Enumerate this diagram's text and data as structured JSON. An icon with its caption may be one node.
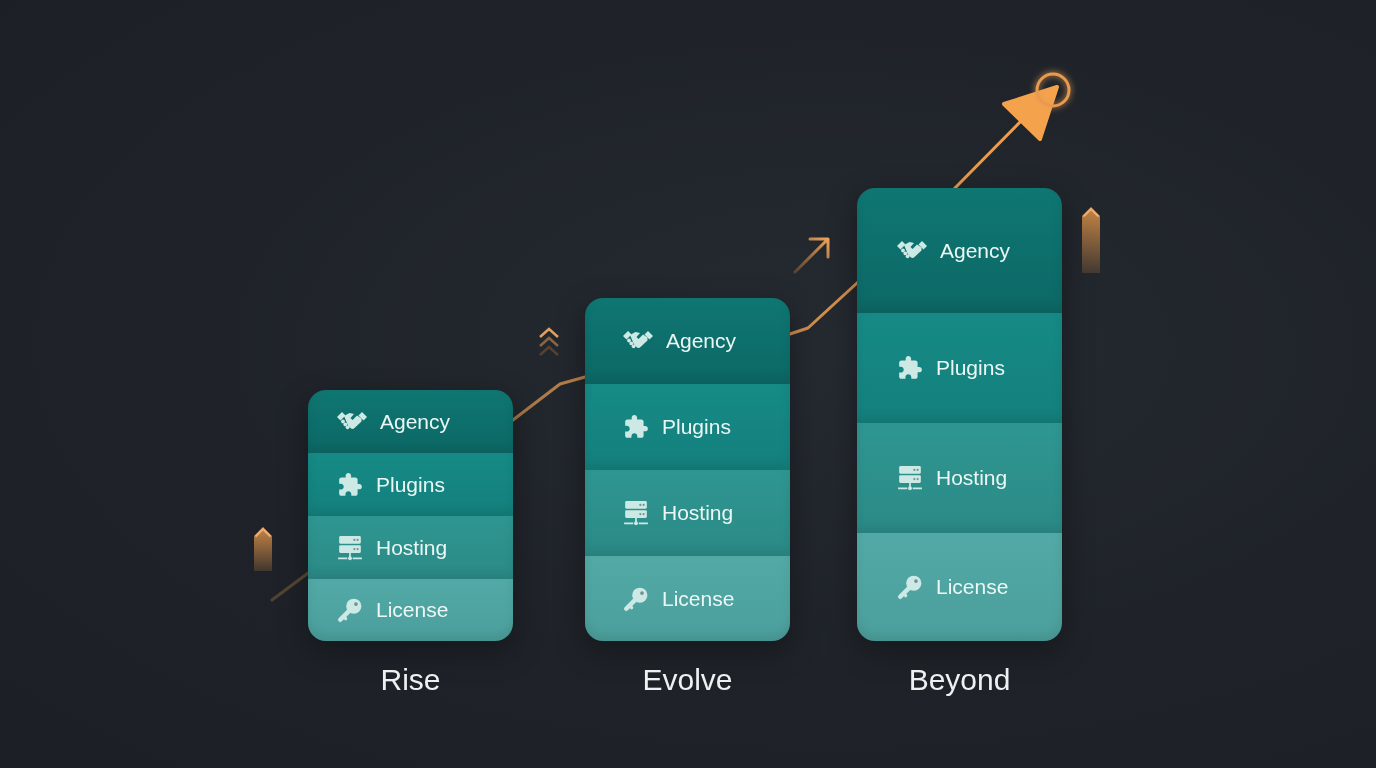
{
  "diagram": {
    "nodes": [
      {
        "text": [
          "Rise"
        ]
      },
      {
        "text": [
          "Agency"
        ],
        "in": 0
      },
      {
        "text": [
          "Plugins"
        ],
        "in": 0
      },
      {
        "text": [
          "Hosting"
        ],
        "in": 0
      },
      {
        "text": [
          "License"
        ],
        "in": 0
      },
      {
        "text": [
          "Evolve"
        ]
      },
      {
        "text": [
          "Agency"
        ],
        "in": 5
      },
      {
        "text": [
          "Plugins"
        ],
        "in": 5
      },
      {
        "text": [
          "Hosting"
        ],
        "in": 5
      },
      {
        "text": [
          "License"
        ],
        "in": 5
      },
      {
        "text": [
          "Beyond"
        ]
      },
      {
        "text": [
          "Agency"
        ],
        "in": 10
      },
      {
        "text": [
          "Plugins"
        ],
        "in": 10
      },
      {
        "text": [
          "Hosting"
        ],
        "in": 10
      },
      {
        "text": [
          "License"
        ],
        "in": 10
      }
    ]
  }
}
